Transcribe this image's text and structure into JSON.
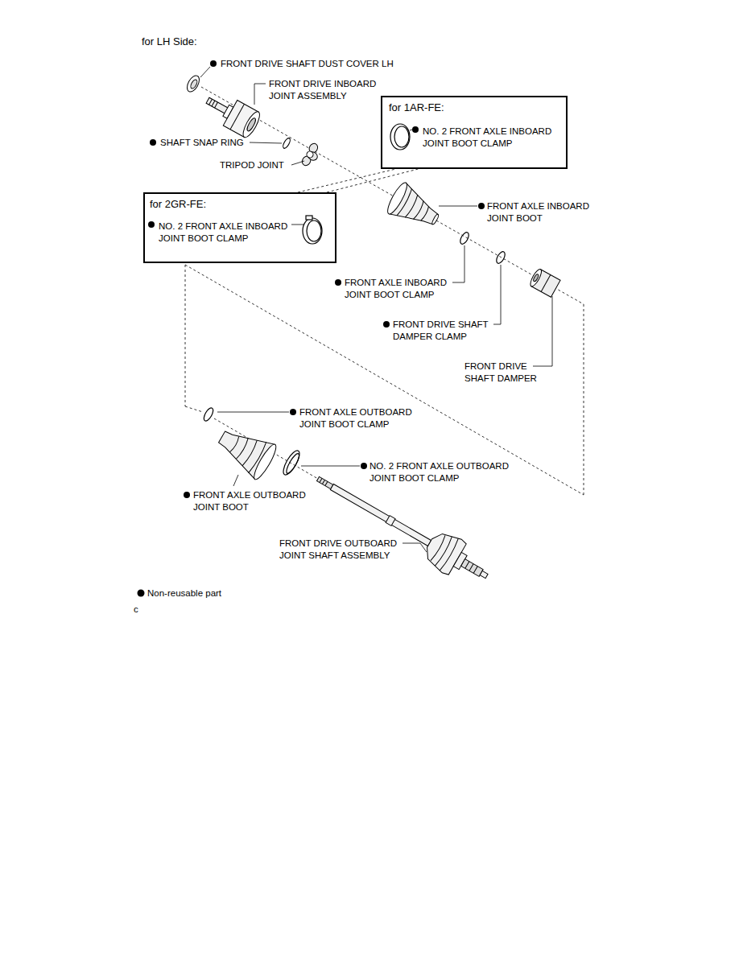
{
  "diagram": {
    "nodes": [
      {
        "text": [
          "for 1AR-FE:",
          "NO. 2 FRONT AXLE INBOARD JOINT BOOT CLAMP"
        ]
      },
      {
        "text": [
          "for 2GR-FE:",
          "NO. 2 FRONT AXLE INBOARD JOINT BOOT CLAMP"
        ]
      }
    ],
    "edges": [
      {
        "from": 1,
        "to": 0,
        "arrow": "none"
      },
      {
        "from": 1,
        "to": 0,
        "arrow": "none"
      }
    ],
    "labels": [
      "for LH Side:",
      "FRONT DRIVE SHAFT DUST COVER LH",
      "FRONT DRIVE INBOARD JOINT ASSEMBLY",
      "SHAFT SNAP RING",
      "TRIPOD JOINT",
      "FRONT AXLE INBOARD JOINT BOOT",
      "FRONT AXLE INBOARD JOINT BOOT CLAMP",
      "FRONT DRIVE SHAFT DAMPER CLAMP",
      "FRONT DRIVE SHAFT DAMPER",
      "FRONT AXLE OUTBOARD JOINT BOOT CLAMP",
      "NO. 2 FRONT AXLE OUTBOARD JOINT BOOT CLAMP",
      "FRONT AXLE OUTBOARD JOINT BOOT",
      "FRONT DRIVE OUTBOARD JOINT SHAFT ASSEMBLY",
      "c"
    ],
    "legend": [
      {
        "text": "Non-reusable part"
      }
    ]
  }
}
